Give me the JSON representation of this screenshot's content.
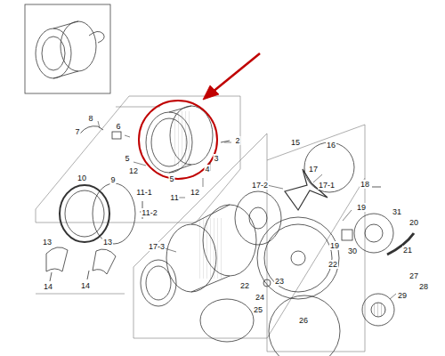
{
  "diagram": {
    "labels": [
      "8",
      "7",
      "6",
      "2",
      "3",
      "5",
      "4",
      "5",
      "12",
      "9",
      "10",
      "11-1",
      "11",
      "11-2",
      "12",
      "13",
      "13",
      "14",
      "14",
      "15",
      "16",
      "17",
      "17-1",
      "17-2",
      "17-3",
      "18",
      "19",
      "19",
      "20",
      "30",
      "31",
      "22",
      "21",
      "22",
      "23",
      "24",
      "25",
      "26",
      "27",
      "28",
      "29"
    ]
  }
}
